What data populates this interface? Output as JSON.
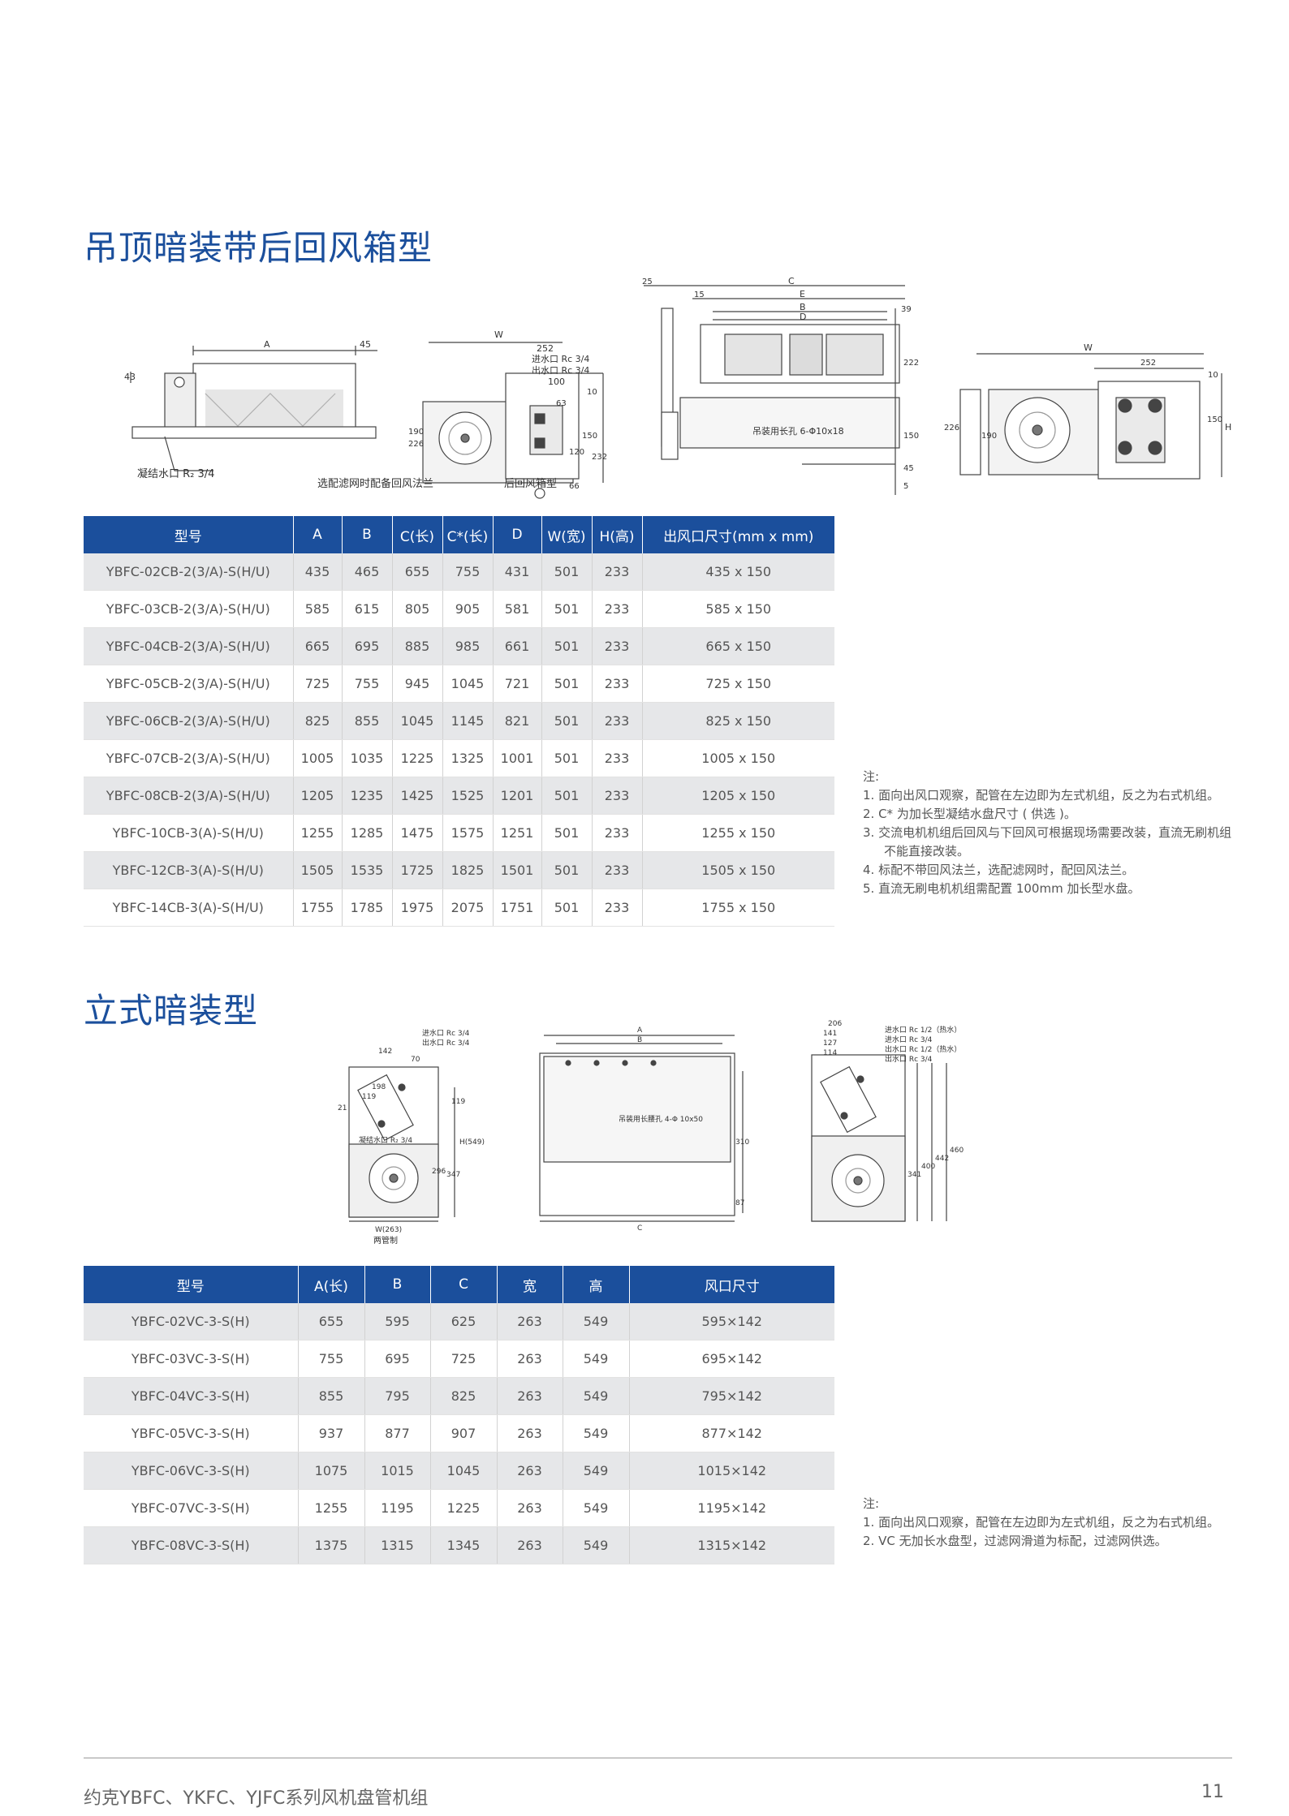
{
  "section1": {
    "title": "吊顶暗装带后回风箱型",
    "diagram_labels": {
      "a": "A",
      "n45": "45",
      "n43": "43",
      "drain": "凝结水口 R₂ 3/4",
      "w": "W",
      "n252": "252",
      "inlet": "进水口 Rc 3/4",
      "outlet": "出水口 Rc 3/4",
      "n100": "100",
      "n63": "63",
      "n10": "10",
      "n150": "150",
      "n226": "226",
      "n190": "190",
      "n120": "120",
      "n232": "232",
      "n66": "66",
      "flange": "选配滤网时配备回风法兰",
      "backbox": "后回风箱型",
      "n25": "25",
      "c": "C",
      "n15": "15",
      "e": "E",
      "b": "B",
      "d": "D",
      "n39": "39",
      "n222": "222",
      "hanging": "吊装用长孔 6-Φ10x18",
      "n150b": "150",
      "n45b": "45",
      "n5": "5",
      "w2": "W",
      "n252b": "252",
      "n10b": "10",
      "n226b": "226",
      "n190b": "190",
      "n150c": "150",
      "h": "H"
    },
    "table": {
      "headers": [
        "型号",
        "A",
        "B",
        "C(长)",
        "C*(长)",
        "D",
        "W(宽)",
        "H(高)",
        "出风口尺寸(mm x mm)"
      ],
      "rows": [
        [
          "YBFC-02CB-2(3/A)-S(H/U)",
          "435",
          "465",
          "655",
          "755",
          "431",
          "501",
          "233",
          "435 x 150"
        ],
        [
          "YBFC-03CB-2(3/A)-S(H/U)",
          "585",
          "615",
          "805",
          "905",
          "581",
          "501",
          "233",
          "585 x 150"
        ],
        [
          "YBFC-04CB-2(3/A)-S(H/U)",
          "665",
          "695",
          "885",
          "985",
          "661",
          "501",
          "233",
          "665 x 150"
        ],
        [
          "YBFC-05CB-2(3/A)-S(H/U)",
          "725",
          "755",
          "945",
          "1045",
          "721",
          "501",
          "233",
          "725 x 150"
        ],
        [
          "YBFC-06CB-2(3/A)-S(H/U)",
          "825",
          "855",
          "1045",
          "1145",
          "821",
          "501",
          "233",
          "825 x 150"
        ],
        [
          "YBFC-07CB-2(3/A)-S(H/U)",
          "1005",
          "1035",
          "1225",
          "1325",
          "1001",
          "501",
          "233",
          "1005 x 150"
        ],
        [
          "YBFC-08CB-2(3/A)-S(H/U)",
          "1205",
          "1235",
          "1425",
          "1525",
          "1201",
          "501",
          "233",
          "1205 x 150"
        ],
        [
          "YBFC-10CB-3(A)-S(H/U)",
          "1255",
          "1285",
          "1475",
          "1575",
          "1251",
          "501",
          "233",
          "1255 x 150"
        ],
        [
          "YBFC-12CB-3(A)-S(H/U)",
          "1505",
          "1535",
          "1725",
          "1825",
          "1501",
          "501",
          "233",
          "1505 x 150"
        ],
        [
          "YBFC-14CB-3(A)-S(H/U)",
          "1755",
          "1785",
          "1975",
          "2075",
          "1751",
          "501",
          "233",
          "1755 x 150"
        ]
      ]
    },
    "notes": {
      "heading": "注:",
      "items": [
        "1. 面向出风口观察，配管在左边即为左式机组，反之为右式机组。",
        "2. C* 为加长型凝结水盘尺寸 ( 供选 )。",
        "3. 交流电机机组后回风与下回风可根据现场需要改装，直流无刷机组不能直接改装。",
        "4. 标配不带回风法兰，选配滤网时，配回风法兰。",
        "5. 直流无刷电机机组需配置 100mm 加长型水盘。"
      ]
    }
  },
  "section2": {
    "title": "立式暗装型",
    "diagram_labels": {
      "inlet": "进水口 Rc 3/4",
      "outlet": "出水口 Rc 3/4",
      "n142": "142",
      "n70": "70",
      "n198": "198",
      "n119": "119",
      "n21": "21",
      "drain": "凝结水口 R₂ 3/4",
      "n296": "296",
      "n347": "347",
      "n119b": "119",
      "h549": "H(549)",
      "w263": "W(263)",
      "twopipe": "两管制",
      "a": "A",
      "b": "B",
      "hanging": "吊装用长腰孔 4-Φ 10x50",
      "n310": "310",
      "n87": "87",
      "c": "C",
      "n206": "206",
      "n141": "141",
      "n127": "127",
      "n114": "114",
      "inlet_h": "进水口 Rc 1/2（热水）",
      "inlet2": "进水口 Rc 3/4",
      "outlet_h": "出水口 Rc 1/2（热水）",
      "outlet2": "出水口 Rc 3/4",
      "n341": "341",
      "n400": "400",
      "n442": "442",
      "n460": "460"
    },
    "table": {
      "headers": [
        "型号",
        "A(长)",
        "B",
        "C",
        "宽",
        "高",
        "风口尺寸"
      ],
      "rows": [
        [
          "YBFC-02VC-3-S(H)",
          "655",
          "595",
          "625",
          "263",
          "549",
          "595×142"
        ],
        [
          "YBFC-03VC-3-S(H)",
          "755",
          "695",
          "725",
          "263",
          "549",
          "695×142"
        ],
        [
          "YBFC-04VC-3-S(H)",
          "855",
          "795",
          "825",
          "263",
          "549",
          "795×142"
        ],
        [
          "YBFC-05VC-3-S(H)",
          "937",
          "877",
          "907",
          "263",
          "549",
          "877×142"
        ],
        [
          "YBFC-06VC-3-S(H)",
          "1075",
          "1015",
          "1045",
          "263",
          "549",
          "1015×142"
        ],
        [
          "YBFC-07VC-3-S(H)",
          "1255",
          "1195",
          "1225",
          "263",
          "549",
          "1195×142"
        ],
        [
          "YBFC-08VC-3-S(H)",
          "1375",
          "1315",
          "1345",
          "263",
          "549",
          "1315×142"
        ]
      ]
    },
    "notes": {
      "heading": "注:",
      "items": [
        "1.  面向出风口观察，配管在左边即为左式机组，反之为右式机组。",
        "2.  VC 无加长水盘型，过滤网滑道为标配，过滤网供选。"
      ]
    }
  },
  "footer": {
    "title": "约克YBFC、YKFC、YJFC系列风机盘管机组",
    "page": "11"
  }
}
